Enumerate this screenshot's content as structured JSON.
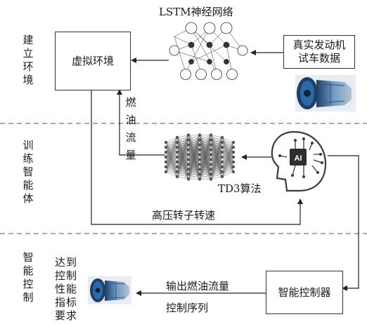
{
  "sections": [
    {
      "label": "建立环境"
    },
    {
      "label": "训练智能体"
    },
    {
      "label": "智能控制"
    }
  ],
  "nodes": {
    "lstm_title": "LSTM神经网络",
    "virtual_env": "虚拟环境",
    "real_data": "真实发动机试车数据",
    "td3": "TD3算法",
    "controller": "智能控制器",
    "goal": "达到控制性能指标要求"
  },
  "edges": {
    "fuel_flow": "燃油流量",
    "hp_speed": "高压转子转速",
    "output_fuel": "输出燃油流量",
    "control_seq": "控制序列"
  },
  "colors": {
    "line": "#333333",
    "dash": "#777777",
    "engine_blue": "#2b6aa8",
    "brain_dark": "#3a3a3a"
  }
}
